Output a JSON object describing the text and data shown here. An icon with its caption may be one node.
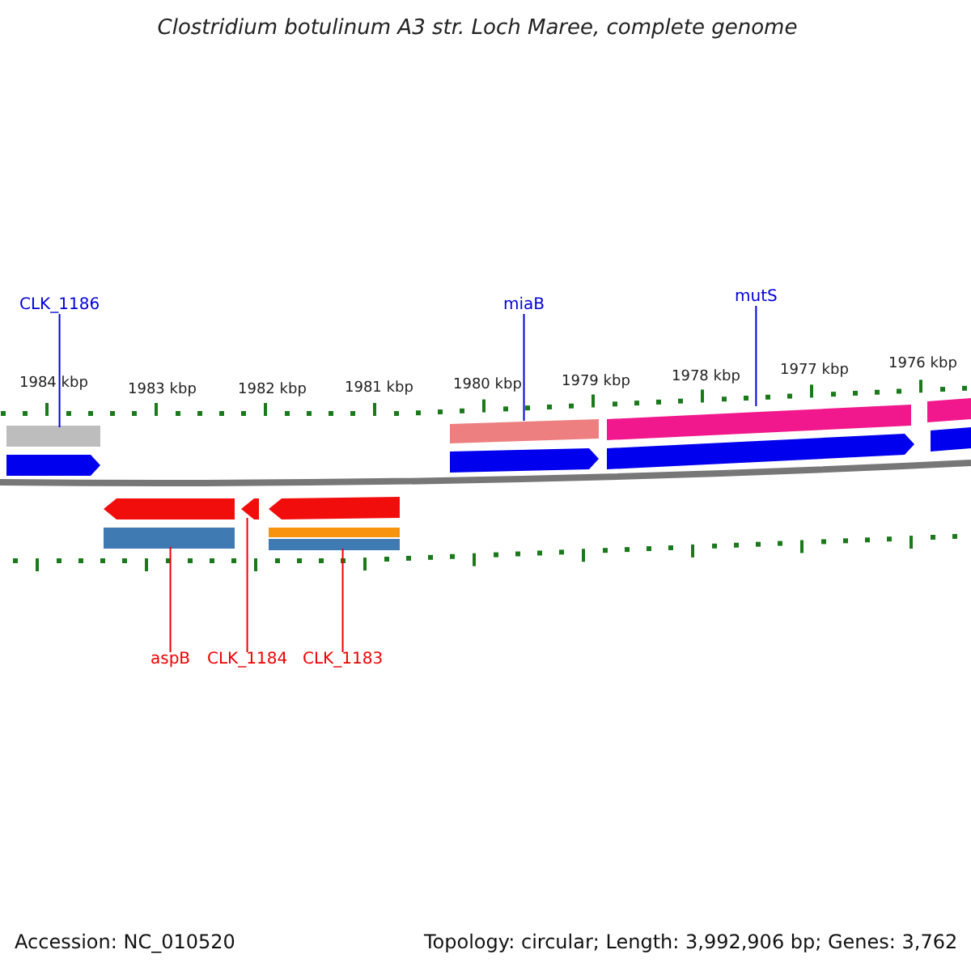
{
  "diagram": {
    "title": "Clostridium botulinum A3 str. Loch Maree, complete genome",
    "nodes": [
      {
        "text": [
          "CLK_1186"
        ]
      },
      {
        "text": [],
        "shape": "bar"
      },
      {
        "text": [
          "miaB"
        ]
      },
      {
        "text": [],
        "shape": "bar"
      },
      {
        "text": [
          "mutS"
        ]
      },
      {
        "text": [],
        "shape": "bar"
      },
      {
        "text": [
          "aspB"
        ]
      },
      {
        "text": [],
        "shape": "bar"
      },
      {
        "text": [
          "CLK_1184"
        ]
      },
      {
        "text": [],
        "shape": "arrow"
      },
      {
        "text": [
          "CLK_1183"
        ]
      },
      {
        "text": [],
        "shape": "bar"
      },
      {
        "text": [],
        "shape": "arrow"
      },
      {
        "text": [],
        "shape": "arrow"
      },
      {
        "text": [],
        "shape": "arrow"
      },
      {
        "text": [],
        "shape": "bar"
      },
      {
        "text": [],
        "shape": "arrow"
      },
      {
        "text": [],
        "shape": "arrow"
      },
      {
        "text": [],
        "shape": "arrow"
      },
      {
        "text": [],
        "shape": "bar"
      }
    ],
    "edges": [
      {
        "from": 0,
        "to": 1,
        "arrow": "none",
        "color": "#0000dd"
      },
      {
        "from": 2,
        "to": 3,
        "arrow": "none",
        "color": "#0000dd"
      },
      {
        "from": 4,
        "to": 5,
        "arrow": "none",
        "color": "#0000dd"
      },
      {
        "from": 6,
        "to": 7,
        "arrow": "none",
        "color": "#ee0000"
      },
      {
        "from": 8,
        "to": 9,
        "arrow": "none",
        "color": "#ee0000"
      },
      {
        "from": 10,
        "to": 11,
        "arrow": "none",
        "color": "#ee0000"
      }
    ],
    "labels": [
      "1984 kbp",
      "1983 kbp",
      "1982 kbp",
      "1981 kbp",
      "1980 kbp",
      "1979 kbp",
      "1978 kbp",
      "1977 kbp",
      "1976 kbp",
      "Accession: NC_010520",
      "Topology: circular; Length: 3,992,906 bp; Genes: 3,762"
    ]
  }
}
